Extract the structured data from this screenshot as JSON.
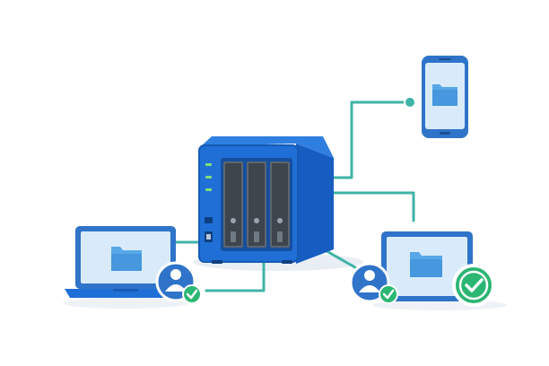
{
  "scene": {
    "description_free": true
  },
  "colors": {
    "nas_blue": "#1f6fd6",
    "nas_blue_dark": "#165bb5",
    "nas_side": "#175cc0",
    "drive_gray": "#5d6670",
    "drive_gray_dark": "#3e454d",
    "screen_bezel": "#2f74c9",
    "screen_fill": "#d9ebfb",
    "folder_blue": "#58a7e8",
    "connector_teal": "#3fb3a6",
    "check_green": "#2bb673",
    "avatar_blue": "#2f74c9"
  },
  "devices": [
    {
      "name": "nas",
      "icon": "nas-server-icon"
    },
    {
      "name": "smartphone",
      "icon": "smartphone-icon"
    },
    {
      "name": "left-laptop",
      "icon": "laptop-icon"
    },
    {
      "name": "right-monitor",
      "icon": "monitor-icon"
    }
  ],
  "badges": [
    {
      "name": "left-user",
      "icon": "user-avatar-icon",
      "status": "check-icon"
    },
    {
      "name": "right-user",
      "icon": "user-avatar-icon",
      "status": "check-icon"
    },
    {
      "name": "monitor-check",
      "icon": "check-icon"
    }
  ]
}
